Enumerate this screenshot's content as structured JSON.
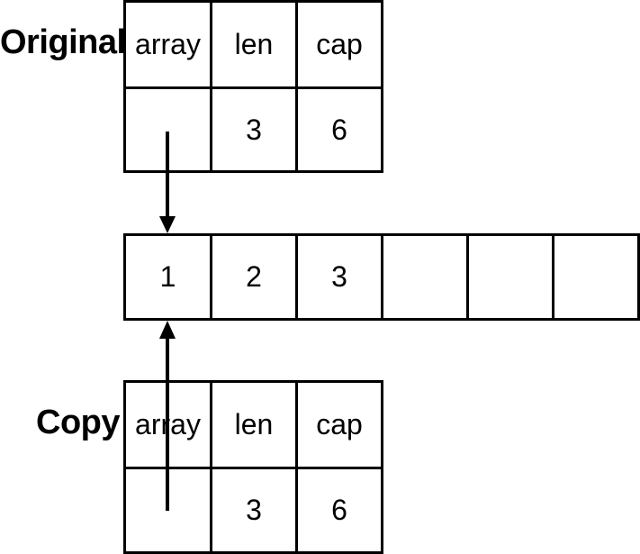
{
  "original": {
    "label": "Original",
    "headers": [
      "array",
      "len",
      "cap"
    ],
    "values": [
      "",
      "3",
      "6"
    ]
  },
  "backing_array": {
    "values": [
      "1",
      "2",
      "3",
      "",
      "",
      ""
    ]
  },
  "copy": {
    "label": "Copy",
    "headers": [
      "array",
      "len",
      "cap"
    ],
    "values": [
      "",
      "3",
      "6"
    ]
  }
}
